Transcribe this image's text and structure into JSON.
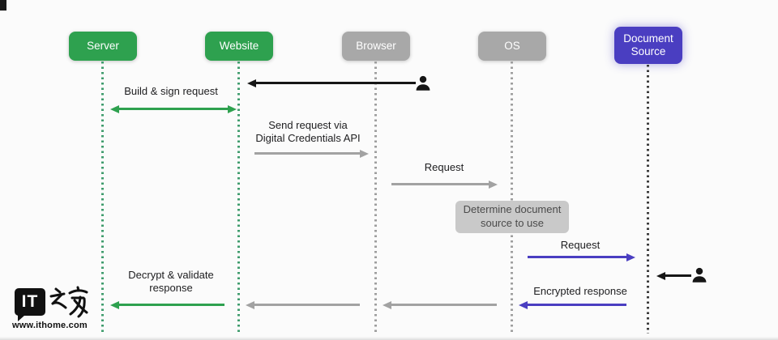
{
  "diagram": {
    "type": "sequence",
    "actors": [
      {
        "id": "server",
        "label": "Server",
        "color": "#2ea14f"
      },
      {
        "id": "website",
        "label": "Website",
        "color": "#2ea14f"
      },
      {
        "id": "browser",
        "label": "Browser",
        "color": "#a8a8a8"
      },
      {
        "id": "os",
        "label": "OS",
        "color": "#a8a8a8"
      },
      {
        "id": "document_source",
        "label": "Document\nSource",
        "color": "#4a3ec1"
      }
    ],
    "messages": {
      "user_to_website": {
        "from": "user",
        "to": "website",
        "label": "",
        "color": "#161616"
      },
      "build_sign": {
        "from": "server",
        "to": "website",
        "direction": "both",
        "label": "Build & sign request",
        "color": "#2ea14f"
      },
      "send_request": {
        "from": "website",
        "to": "browser",
        "label": "Send request via\nDigital Credentials API",
        "color": "#a2a2a2"
      },
      "request_browser_os": {
        "from": "browser",
        "to": "os",
        "label": "Request",
        "color": "#a2a2a2"
      },
      "determine_note": {
        "on": "os",
        "label": "Determine document\nsource to use",
        "bg": "#c9c9c9"
      },
      "request_os_ds": {
        "from": "os",
        "to": "document_source",
        "label": "Request",
        "color": "#4a3ec1"
      },
      "user_to_ds": {
        "from": "user",
        "to": "document_source",
        "label": "",
        "color": "#161616"
      },
      "encrypted_response": {
        "from": "document_source",
        "to": "os",
        "label": "Encrypted response",
        "color": "#4a3ec1"
      },
      "os_to_browser_return": {
        "from": "os",
        "to": "browser",
        "label": "",
        "color": "#a2a2a2"
      },
      "browser_to_website_return": {
        "from": "browser",
        "to": "website",
        "label": "",
        "color": "#a2a2a2"
      },
      "decrypt_validate": {
        "from": "website",
        "to": "server",
        "label": "Decrypt & validate\nresponse",
        "color": "#2ea14f"
      }
    }
  },
  "watermark": {
    "logo_text": "IT",
    "logo_cn": "之家",
    "url": "www.ithome.com"
  }
}
